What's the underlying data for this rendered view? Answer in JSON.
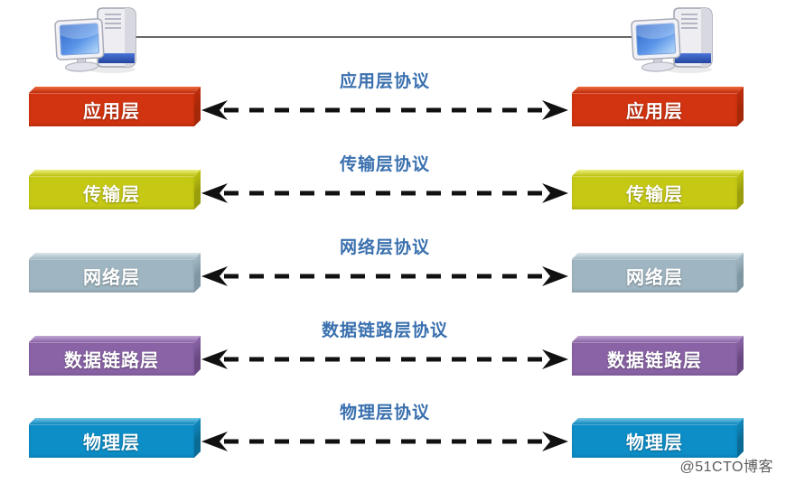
{
  "hosts": {
    "left": {
      "icon": "computer-icon"
    },
    "right": {
      "icon": "computer-icon"
    }
  },
  "layers": [
    {
      "name": "应用层",
      "protocol_label": "应用层协议",
      "colors": {
        "front": "#D23310",
        "top_light": "#EE6B3C",
        "top_dark": "#BE2D0C",
        "side": "#A52808"
      }
    },
    {
      "name": "传输层",
      "protocol_label": "传输层协议",
      "colors": {
        "front": "#C5C914",
        "top_light": "#EDEF7E",
        "top_dark": "#BDC111",
        "side": "#999D0C"
      }
    },
    {
      "name": "网络层",
      "protocol_label": "网络层协议",
      "colors": {
        "front": "#9FB5C1",
        "top_light": "#DAE3E9",
        "top_dark": "#A4BAC6",
        "side": "#7E97A3"
      }
    },
    {
      "name": "数据链路层",
      "protocol_label": "数据链路层协议",
      "colors": {
        "front": "#8A63A6",
        "top_light": "#C2A7D4",
        "top_dark": "#8B65A7",
        "side": "#6A4983"
      }
    },
    {
      "name": "物理层",
      "protocol_label": "物理层协议",
      "colors": {
        "front": "#0D8EC7",
        "top_light": "#72C6E7",
        "top_dark": "#1189BE",
        "side": "#0A6B95"
      }
    }
  ],
  "arrow": {
    "color": "#111111",
    "style": "dashed-double-headed"
  },
  "colors": {
    "protocol_label": "#3A70AE",
    "connection_line": "#666666",
    "background": "#FFFFFF"
  },
  "watermark": "@51CTO博客"
}
